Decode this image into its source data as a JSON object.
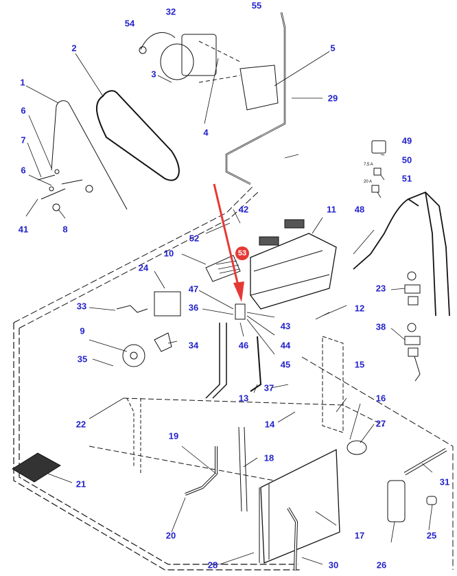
{
  "diagram": {
    "title": "Air conditioning system exploded parts diagram",
    "label_color": "#2222cc",
    "highlight_color": "#e53935",
    "highlighted_part": "53",
    "fuse_ratings": [
      "7,5 A",
      "20 A"
    ],
    "parts": [
      {
        "id": "1",
        "label": "1"
      },
      {
        "id": "2",
        "label": "2"
      },
      {
        "id": "3",
        "label": "3"
      },
      {
        "id": "4",
        "label": "4"
      },
      {
        "id": "5",
        "label": "5"
      },
      {
        "id": "6a",
        "label": "6"
      },
      {
        "id": "6b",
        "label": "6"
      },
      {
        "id": "7",
        "label": "7"
      },
      {
        "id": "8",
        "label": "8"
      },
      {
        "id": "9",
        "label": "9"
      },
      {
        "id": "10",
        "label": "10"
      },
      {
        "id": "11",
        "label": "11"
      },
      {
        "id": "12",
        "label": "12"
      },
      {
        "id": "13",
        "label": "13"
      },
      {
        "id": "14",
        "label": "14"
      },
      {
        "id": "15",
        "label": "15"
      },
      {
        "id": "16",
        "label": "16"
      },
      {
        "id": "17",
        "label": "17"
      },
      {
        "id": "18",
        "label": "18"
      },
      {
        "id": "19",
        "label": "19"
      },
      {
        "id": "20",
        "label": "20"
      },
      {
        "id": "21",
        "label": "21"
      },
      {
        "id": "22",
        "label": "22"
      },
      {
        "id": "23",
        "label": "23"
      },
      {
        "id": "24",
        "label": "24"
      },
      {
        "id": "25",
        "label": "25"
      },
      {
        "id": "26",
        "label": "26"
      },
      {
        "id": "27",
        "label": "27"
      },
      {
        "id": "28",
        "label": "28"
      },
      {
        "id": "29",
        "label": "29"
      },
      {
        "id": "30",
        "label": "30"
      },
      {
        "id": "31",
        "label": "31"
      },
      {
        "id": "32",
        "label": "32"
      },
      {
        "id": "33",
        "label": "33"
      },
      {
        "id": "34",
        "label": "34"
      },
      {
        "id": "35",
        "label": "35"
      },
      {
        "id": "36",
        "label": "36"
      },
      {
        "id": "37",
        "label": "37"
      },
      {
        "id": "38",
        "label": "38"
      },
      {
        "id": "41",
        "label": "41"
      },
      {
        "id": "42",
        "label": "42"
      },
      {
        "id": "43",
        "label": "43"
      },
      {
        "id": "44",
        "label": "44"
      },
      {
        "id": "45",
        "label": "45"
      },
      {
        "id": "46",
        "label": "46"
      },
      {
        "id": "47",
        "label": "47"
      },
      {
        "id": "48",
        "label": "48"
      },
      {
        "id": "49",
        "label": "49"
      },
      {
        "id": "50",
        "label": "50"
      },
      {
        "id": "51",
        "label": "51"
      },
      {
        "id": "52",
        "label": "52"
      },
      {
        "id": "53",
        "label": "53"
      },
      {
        "id": "54",
        "label": "54"
      },
      {
        "id": "55",
        "label": "55"
      }
    ]
  }
}
